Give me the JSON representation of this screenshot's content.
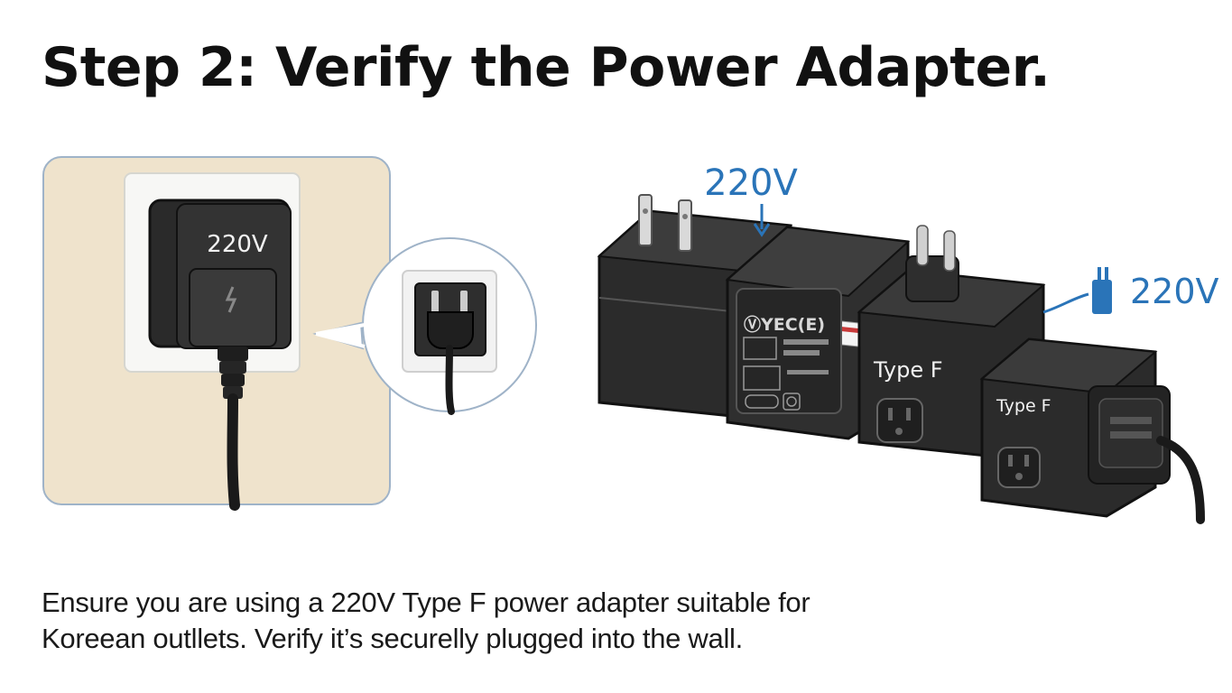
{
  "heading": "Step 2: Verify the Power Adapter.",
  "illustration": {
    "wall_adapter_label": "220V",
    "adapter_top_label": "220V",
    "adapter_cable_label": "220V",
    "front_brand_label": "ⓋYEC(E)",
    "type_label_large": "Type F",
    "type_label_small": "Type F",
    "accent_color": "#2a74b8",
    "wall_color": "#efe3cc"
  },
  "body_lines": [
    "Ensure you are using a 220V Type F power adapter suitable for",
    "Koreean outllets. Verify it’s securelly plugged into the wall."
  ]
}
